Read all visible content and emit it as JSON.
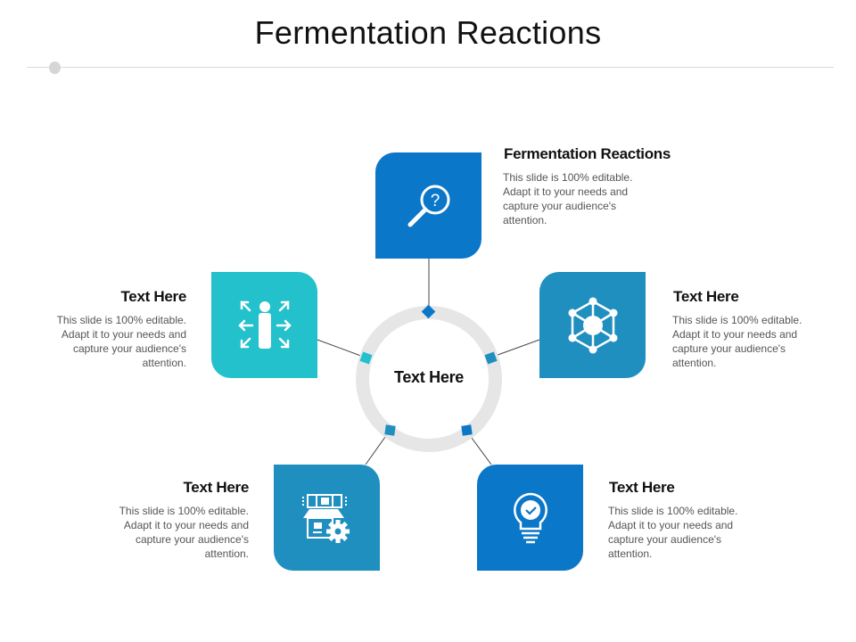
{
  "slide": {
    "title": "Fermentation Reactions",
    "center_label": "Text Here",
    "colors": {
      "ring": "#e6e6e6",
      "blue_dark": "#0a77c9",
      "blue_mid": "#1f8fc0",
      "teal": "#22c1cb",
      "connector": "#333333"
    }
  },
  "nodes": [
    {
      "id": "top",
      "heading": "Fermentation Reactions",
      "body": "This slide is 100% editable. Adapt it to your needs and capture your audience's attention.",
      "icon": "magnifier-question-icon",
      "color": "#0a77c9"
    },
    {
      "id": "right",
      "heading": "Text Here",
      "body": "This slide is 100% editable. Adapt it to your needs and capture your audience's attention.",
      "icon": "network-hub-icon",
      "color": "#1f8fc0"
    },
    {
      "id": "bottom-right",
      "heading": "Text Here",
      "body": "This slide is 100% editable. Adapt it to your needs and capture your audience's attention.",
      "icon": "lightbulb-check-icon",
      "color": "#0a77c9"
    },
    {
      "id": "bottom-left",
      "heading": "Text Here",
      "body": "This slide is 100% editable. Adapt it to your needs and capture your audience's attention.",
      "icon": "store-gear-icon",
      "color": "#1f8fc0"
    },
    {
      "id": "left",
      "heading": "Text Here",
      "body": "This slide is 100% editable. Adapt it to your needs and capture your audience's attention.",
      "icon": "person-expand-icon",
      "color": "#22c1cb"
    }
  ]
}
